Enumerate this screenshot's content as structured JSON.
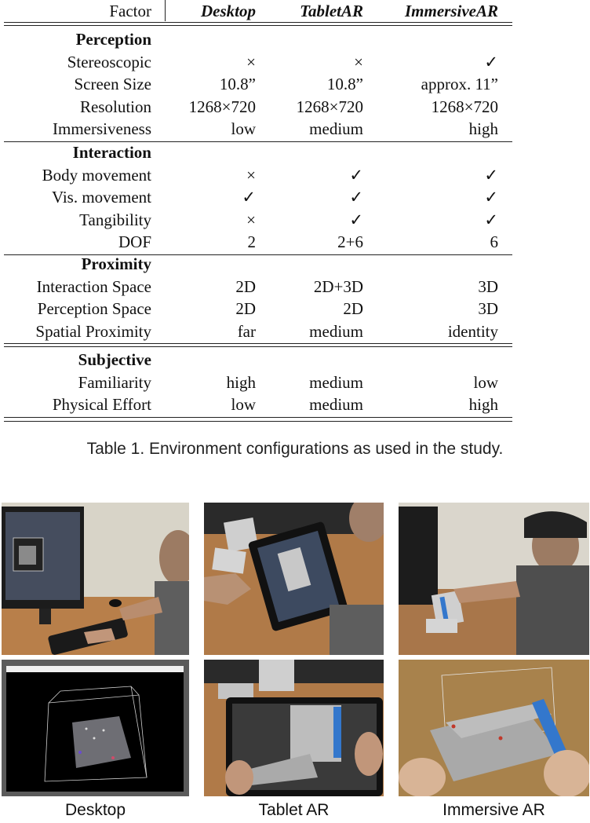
{
  "table": {
    "columns": [
      "Factor",
      "Desktop",
      "TabletAR",
      "ImmersiveAR"
    ],
    "sections": [
      {
        "title": "Perception",
        "rows": [
          {
            "factor": "Stereoscopic",
            "values": [
              "×",
              "×",
              "✓"
            ]
          },
          {
            "factor": "Screen Size",
            "values": [
              "10.8”",
              "10.8”",
              "approx. 11”"
            ]
          },
          {
            "factor": "Resolution",
            "values": [
              "1268×720",
              "1268×720",
              "1268×720"
            ]
          },
          {
            "factor": "Immersiveness",
            "values": [
              "low",
              "medium",
              "high"
            ]
          }
        ]
      },
      {
        "title": "Interaction",
        "rows": [
          {
            "factor": "Body movement",
            "values": [
              "×",
              "✓",
              "✓"
            ]
          },
          {
            "factor": "Vis. movement",
            "values": [
              "✓",
              "✓",
              "✓"
            ]
          },
          {
            "factor": "Tangibility",
            "values": [
              "×",
              "✓",
              "✓"
            ]
          },
          {
            "factor": "DOF",
            "values": [
              "2",
              "2+6",
              "6"
            ]
          }
        ]
      },
      {
        "title": "Proximity",
        "rows": [
          {
            "factor": "Interaction Space",
            "values": [
              "2D",
              "2D+3D",
              "3D"
            ]
          },
          {
            "factor": "Perception Space",
            "values": [
              "2D",
              "2D",
              "3D"
            ]
          },
          {
            "factor": "Spatial Proximity",
            "values": [
              "far",
              "medium",
              "identity"
            ]
          }
        ]
      },
      {
        "title": "Subjective",
        "rows": [
          {
            "factor": "Familiarity",
            "values": [
              "high",
              "medium",
              "low"
            ]
          },
          {
            "factor": "Physical Effort",
            "values": [
              "low",
              "medium",
              "high"
            ]
          }
        ]
      }
    ]
  },
  "caption": "Table 1. Environment configurations as used in the study.",
  "figure": {
    "labels": [
      "Desktop",
      "Tablet AR",
      "Immersive AR"
    ],
    "photos": [
      {
        "desc": "desktop-setup-photo"
      },
      {
        "desc": "tablet-ar-setup-photo"
      },
      {
        "desc": "immersive-ar-setup-photo"
      },
      {
        "desc": "desktop-screen-capture"
      },
      {
        "desc": "tablet-ar-closeup-photo"
      },
      {
        "desc": "immersive-ar-view-photo"
      }
    ]
  }
}
